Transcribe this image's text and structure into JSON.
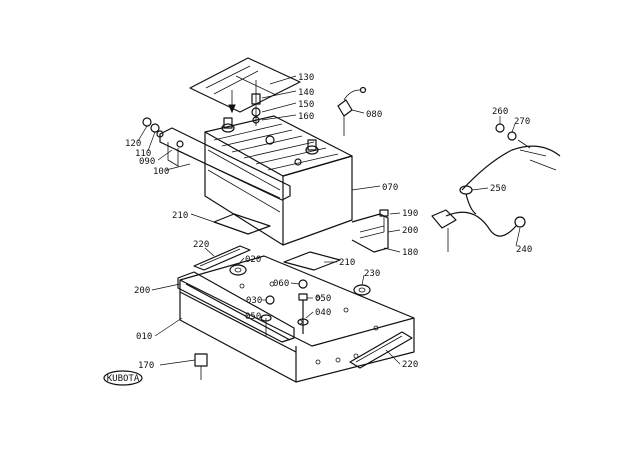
{
  "labels": {
    "l130": "130",
    "l140": "140",
    "l150": "150",
    "l160": "160",
    "l080": "080",
    "l120": "120",
    "l110": "110",
    "l090": "090",
    "l100": "100",
    "l070": "070",
    "l210a": "210",
    "l190": "190",
    "l200a": "200",
    "l180": "180",
    "l220a": "220",
    "l020": "020",
    "l210b": "210",
    "l230": "230",
    "l200b": "200",
    "l060": "060",
    "l050a": "050",
    "l030": "030",
    "l050b": "050",
    "l040": "040",
    "l010": "010",
    "l170": "170",
    "l220b": "220",
    "l260": "260",
    "l270": "270",
    "l250": "250",
    "l240": "240"
  },
  "logo_text": "KUBOTA"
}
